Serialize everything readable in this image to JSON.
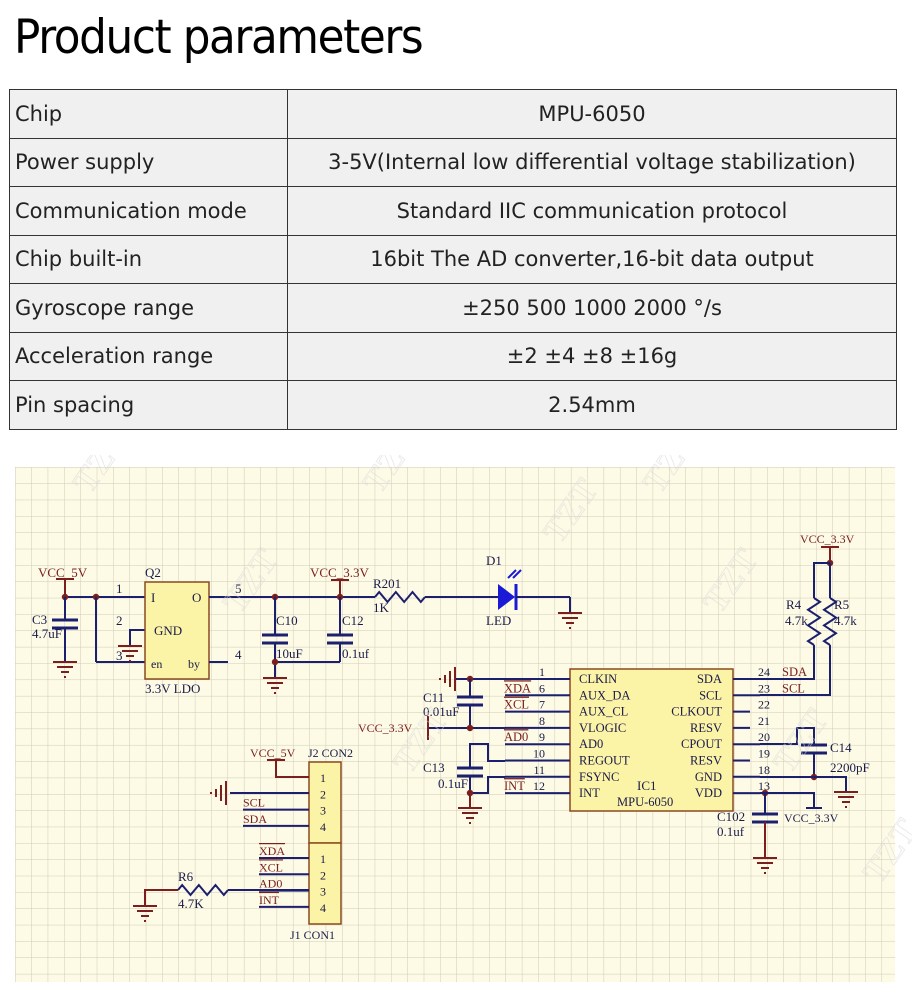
{
  "title": "Product parameters",
  "params": [
    {
      "label": "Chip",
      "value": "MPU-6050"
    },
    {
      "label": "Power supply",
      "value": "3-5V(Internal low differential voltage stabilization)"
    },
    {
      "label": "Communication mode",
      "value": "Standard IIC communication protocol"
    },
    {
      "label": "Chip built-in",
      "value": "16bit The AD converter,16-bit data output"
    },
    {
      "label": "Gyroscope range",
      "value": "±250 500 1000 2000 °/s"
    },
    {
      "label": "Acceleration range",
      "value": "±2 ±4 ±8 ±16g"
    },
    {
      "label": "Pin spacing",
      "value": "2.54mm"
    }
  ],
  "watermark": "TZT",
  "colors": {
    "grid_bg": "#fdfbe6",
    "grid_line": "#cfcab4",
    "wire": "#1b1f6e",
    "power": "#7a1e1e",
    "chip_fill": "#fbf3a6",
    "chip_border": "#8a4a20",
    "led": "#1a1ad6"
  },
  "schematic": {
    "ldo": {
      "ref": "Q2",
      "name": "3.3V LDO",
      "pins": {
        "I": "I",
        "O": "O",
        "GND": "GND",
        "en": "en",
        "by": "by"
      },
      "pin_numbers": [
        "1",
        "2",
        "3",
        "4",
        "5"
      ]
    },
    "vcc5_label": "VCC_5V",
    "vcc33_label": "VCC_3.3V",
    "c3": {
      "ref": "C3",
      "value": "4.7uF"
    },
    "c10": {
      "ref": "C10",
      "value": "10uF"
    },
    "c12": {
      "ref": "C12",
      "value": "0.1uf"
    },
    "r201": {
      "ref": "R201",
      "value": "1K"
    },
    "d1": {
      "ref": "D1",
      "value": "LED"
    },
    "r4": {
      "ref": "R4",
      "value": "4.7k"
    },
    "r5": {
      "ref": "R5",
      "value": "4.7k"
    },
    "c11": {
      "ref": "C11",
      "value": "0.01uF"
    },
    "c13": {
      "ref": "C13",
      "value": "0.1uF"
    },
    "c14": {
      "ref": "C14",
      "value": "2200pF"
    },
    "c102": {
      "ref": "C102",
      "value": "0.1uf"
    },
    "r6": {
      "ref": "R6",
      "value": "4.7K"
    },
    "ic1": {
      "ref": "IC1",
      "name": "MPU-6050",
      "left_pins": [
        {
          "num": "1",
          "name": "CLKIN",
          "net": ""
        },
        {
          "num": "6",
          "name": "AUX_DA",
          "net": "XDA"
        },
        {
          "num": "7",
          "name": "AUX_CL",
          "net": "XCL"
        },
        {
          "num": "8",
          "name": "VLOGIC",
          "net": ""
        },
        {
          "num": "9",
          "name": "AD0",
          "net": "AD0"
        },
        {
          "num": "10",
          "name": "REGOUT",
          "net": ""
        },
        {
          "num": "11",
          "name": "FSYNC",
          "net": ""
        },
        {
          "num": "12",
          "name": "INT",
          "net": "INT"
        }
      ],
      "right_pins": [
        {
          "num": "24",
          "name": "SDA",
          "net": "SDA"
        },
        {
          "num": "23",
          "name": "SCL",
          "net": "SCL"
        },
        {
          "num": "22",
          "name": "CLKOUT",
          "net": ""
        },
        {
          "num": "21",
          "name": "RESV",
          "net": ""
        },
        {
          "num": "20",
          "name": "CPOUT",
          "net": ""
        },
        {
          "num": "19",
          "name": "RESV",
          "net": ""
        },
        {
          "num": "18",
          "name": "GND",
          "net": ""
        },
        {
          "num": "13",
          "name": "VDD",
          "net": ""
        }
      ]
    },
    "j2": {
      "label": "J2 CON2",
      "pins": [
        "1",
        "2",
        "3",
        "4"
      ],
      "nets": [
        "",
        "",
        "SCL",
        "SDA"
      ]
    },
    "j1": {
      "label": "J1 CON1",
      "pins": [
        "1",
        "2",
        "3",
        "4"
      ],
      "nets": [
        "XDA",
        "XCL",
        "AD0",
        "INT"
      ]
    }
  }
}
